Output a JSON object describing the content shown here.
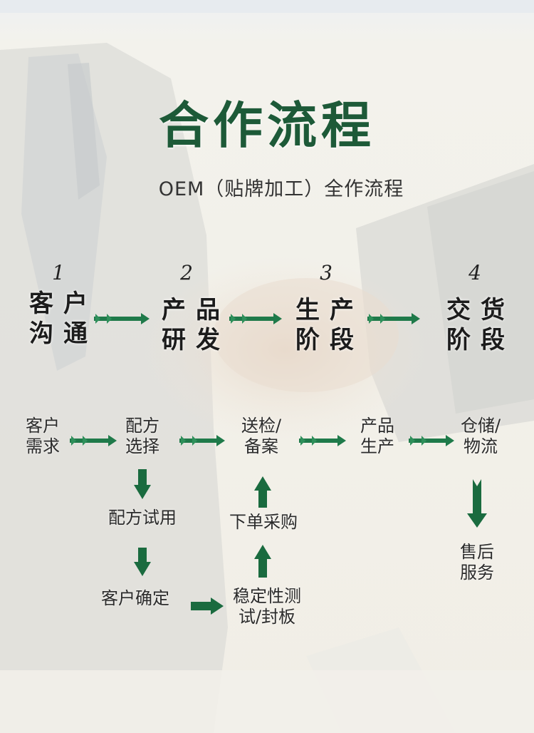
{
  "title": "合作流程",
  "subtitle": "OEM（贴牌加工）全作流程",
  "stages": [
    {
      "num": "1",
      "label": "客户\n沟通"
    },
    {
      "num": "2",
      "label": "产品\n研发"
    },
    {
      "num": "3",
      "label": "生产\n阶段"
    },
    {
      "num": "4",
      "label": "交货\n阶段"
    }
  ],
  "flow": {
    "client_demand": "客户\n需求",
    "formula_select": "配方\n选择",
    "inspection": "送检/\n备案",
    "production": "产品\n生产",
    "storage": "仓储/\n物流",
    "formula_trial": "配方试用",
    "purchase": "下单采购",
    "client_confirm": "客户确定",
    "stability": "稳定性测\n试/封板",
    "after_sales": "售后\n服务"
  },
  "colors": {
    "title": "#1d5a38",
    "arrow": "#1f7a4a",
    "arrow_dark": "#1a6b3f"
  }
}
